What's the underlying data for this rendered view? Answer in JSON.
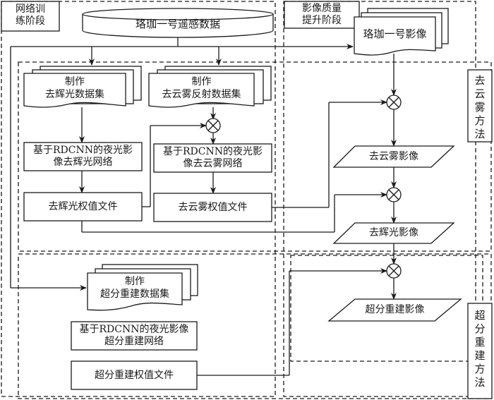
{
  "stages": {
    "training": "网络训\n练阶段",
    "enhancement": "影像质量\n提升阶段"
  },
  "methods": {
    "dehaze": "去云雾方法",
    "superres": "超分重建方法"
  },
  "nodes": {
    "source_data": "珞珈一号遥感数据",
    "source_image": "珞珈一号影像",
    "deglare_dataset_line1": "制作",
    "deglare_dataset_line2": "去辉光数据集",
    "dehaze_dataset_line1": "制作",
    "dehaze_dataset_line2": "去云雾反射数据集",
    "deglare_net_line1": "基于RDCNN的夜光影",
    "deglare_net_line2": "像去辉光网络",
    "dehaze_net_line1": "基于RDCNN的夜光影",
    "dehaze_net_line2": "像去云雾网络",
    "deglare_weights": "去辉光权值文件",
    "dehaze_weights": "去云雾权值文件",
    "dehazed_image": "去云雾影像",
    "deglared_image": "去辉光影像",
    "sr_dataset_line1": "制作",
    "sr_dataset_line2": "超分重建数据集",
    "sr_net_line1": "基于RDCNN的夜光影像",
    "sr_net_line2": "超分重建网络",
    "sr_weights": "超分重建权值文件",
    "sr_image": "超分重建影像"
  },
  "colors": {
    "stroke": "#1a1a1a",
    "background": "#ffffff"
  }
}
